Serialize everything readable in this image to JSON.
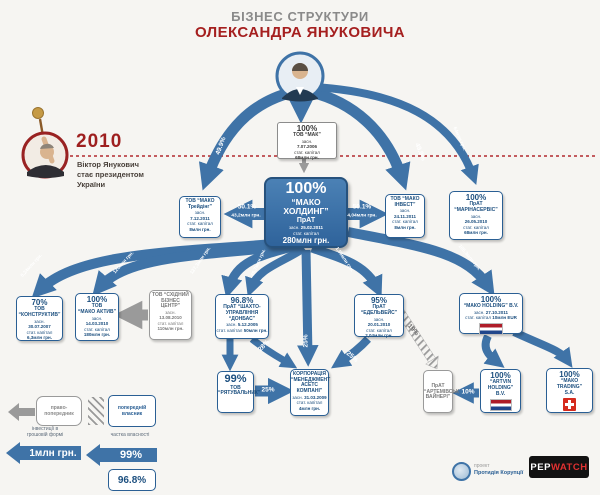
{
  "title": {
    "line1": "БІЗНЕС СТРУКТУРИ",
    "line2": "ОЛЕКСАНДРА ЯНУКОВИЧА"
  },
  "timeline": {
    "year": "2010",
    "caption_line1": "Віктор Янукович",
    "caption_line2": "стає президентом",
    "caption_line3": "України"
  },
  "labels": {
    "founded": "засн.",
    "capital": "стат. капітал"
  },
  "colors": {
    "accent_blue": "#3f73a7",
    "accent_red": "#a51f1f",
    "gray": "#9a9a9a"
  },
  "nodes": {
    "mak": {
      "pct": "100%",
      "name": "ТОВ “МАК”",
      "founded": "7.07.2006",
      "capital": "68млн грн."
    },
    "holding": {
      "pct": "100%",
      "name1": "“МАКО",
      "name2": "ХОЛДИНГ”",
      "name3": "ПрАТ",
      "founded": "25.02.2011",
      "capital": "280млн грн."
    },
    "trading_ua": {
      "name1": "ТОВ “МАКО",
      "name2": "Трейдінг”",
      "founded": "7.12.2011",
      "capital": "8млн грн."
    },
    "invest": {
      "name1": "ТОВ “МАКО",
      "name2": "ІНВЕСТ”",
      "founded": "24.11.2011",
      "capital": "8млн грн."
    },
    "marina": {
      "pct": "100%",
      "name1": "ПрАТ",
      "name2": "“МАРІНАСЕРВІС”",
      "founded": "26.05.2010",
      "capital": "68млн грн."
    },
    "konstruktyv": {
      "pct": "70%",
      "name1": "ТОВ",
      "name2": "“КОНСТРУКТИВ”",
      "founded": "30.07.2007",
      "capital": "6,3млн грн."
    },
    "aktyv": {
      "pct": "100%",
      "name1": "ТОВ",
      "name2": "“МАКО АКТИВ”",
      "founded": "14.03.2010",
      "capital": "180млн грн."
    },
    "skhidny": {
      "name1": "ТОВ “СХІДНИЙ",
      "name2": "БІЗНЕС",
      "name3": "ЦЕНТР”",
      "founded": "13.08.2010",
      "capital": "110млн грн."
    },
    "shu": {
      "pct": "96.8%",
      "name1": "ПрАТ “ШАХТО-",
      "name2": "УПРАВЛІННЯ",
      "name3": "“ДОНБАС”",
      "founded": "5.12.2005",
      "capital": "50млн грн."
    },
    "edelveis": {
      "pct": "95%",
      "name1": "ПрАТ",
      "name2": "“ЕДЕЛЬВЕЙС”",
      "founded": "20.01.2010",
      "capital": "2,04млн грн."
    },
    "bv": {
      "pct": "100%",
      "name": "“МАКО HOLDING” B.V.",
      "founded": "27.10.2011",
      "capital": "10млн EUR"
    },
    "riatuvalnyk": {
      "pct": "99%",
      "name1": "ТОВ",
      "name2": "“РЯТУВАЛЬНИК”"
    },
    "corp": {
      "name1": "КОРПОРАЦІЯ",
      "name2": "“МЕНЕДЖМЕНТ",
      "name3": "АСЕТС",
      "name4": "КОМПАНІ”",
      "founded": "31.03.2009",
      "capital": "4млн грн."
    },
    "artemivsk": {
      "name1": "ПрАТ",
      "name2": "“АРТЕМІВСЬК",
      "name3": "ВАЙНЕРІ”"
    },
    "artvin": {
      "pct": "100%",
      "name1": "“ARTVIN",
      "name2": "HOLDING”",
      "name3": "B.V."
    },
    "sa": {
      "pct": "100%",
      "name1": "“МАКО",
      "name2": "TRADING”",
      "name3": "S.A."
    }
  },
  "edges": {
    "photo_trading": "49.9%",
    "photo_invest": "49.9%",
    "photo_marina": "64млн грн.",
    "hold_trading_pct": "50.1%",
    "hold_trading_amt": "43,2млн грн.",
    "hold_invest_pct": "50.1%",
    "hold_invest_amt": "4,04млн грн.",
    "hold_konstruktyv": "0,24млн грн.",
    "hold_aktyv": "120млн грн.",
    "hold_shu_1": "127,3млн грн.",
    "hold_shu_2": "45,7млн грн.",
    "hold_edelveis": "1,56млн грн.",
    "hold_bv": "105,3млн грн.",
    "shu_corp": "28%",
    "hold_corp": "25%",
    "riat_corp": "25%",
    "edel_corp": "25%",
    "edel_artemivsk": "19%",
    "artvin_artemivsk": "10%"
  },
  "legend": {
    "predecessor_line1": "право-",
    "predecessor_line2": "попередник",
    "prev_owner_line1": "попередній",
    "prev_owner_line2": "власник",
    "invest_caption_line1": "інвестиції в",
    "invest_caption_line2": "грошовій формі",
    "invest_example": "1млн грн.",
    "share_caption": "частка власності",
    "share_example_arrow": "99%",
    "share_example_box": "96.8%"
  },
  "footer": {
    "project_word": "проект",
    "project_name": "Протидія Корупції",
    "logo_pep": "PEP",
    "logo_watch": "WATCH"
  }
}
